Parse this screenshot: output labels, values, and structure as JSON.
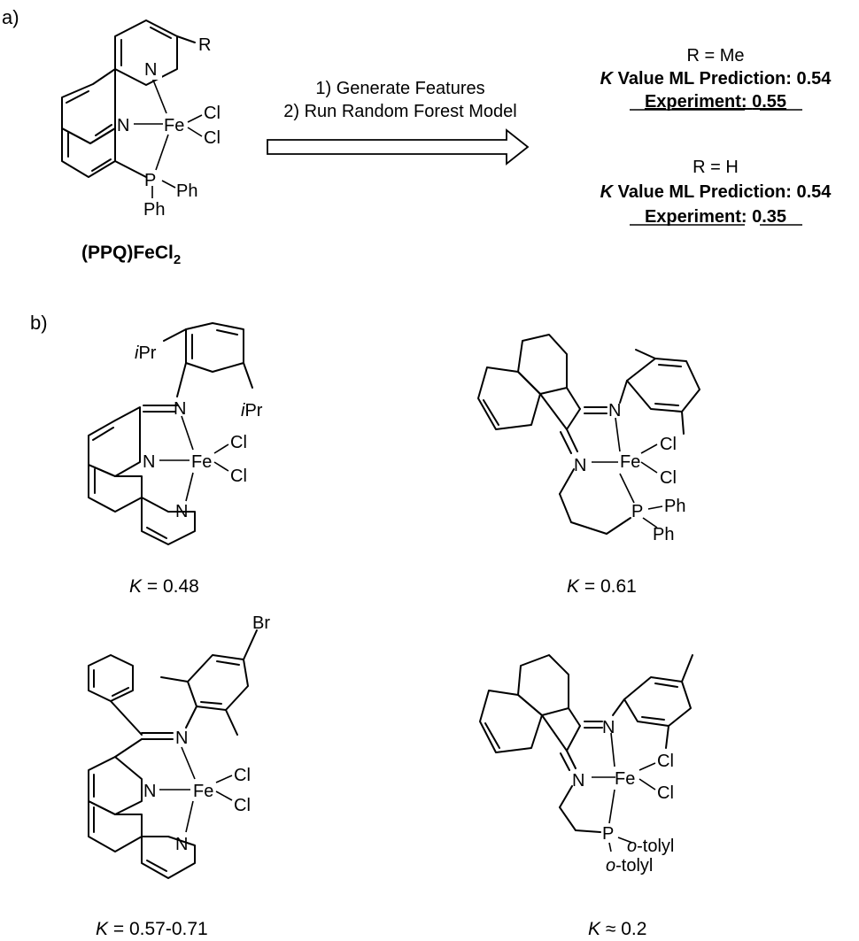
{
  "panel_a": {
    "label": "a)",
    "complex_name_main": "(PPQ)FeCl",
    "complex_name_sub": "2",
    "atoms": {
      "N": "N",
      "Fe": "Fe",
      "Cl": "Cl",
      "P": "P",
      "Ph": "Ph",
      "R": "R"
    },
    "arrow_step1": "1) Generate Features",
    "arrow_step2": "2) Run Random Forest Model",
    "results": [
      {
        "r": "R = Me",
        "k_symbol": "K",
        "prediction_label": " Value ML Prediction: ",
        "prediction": "0.54",
        "experiment_label": "Experiment:",
        "experiment": "0.55"
      },
      {
        "r": "R = H",
        "k_symbol": "K",
        "prediction_label": " Value ML Prediction: ",
        "prediction": "0.54",
        "experiment_label": "Experiment:",
        "experiment": "0.35"
      }
    ]
  },
  "panel_b": {
    "label": "b)",
    "compounds": [
      {
        "k_symbol": "K",
        "k_value": " = 0.48",
        "substituent": "iPr"
      },
      {
        "k_symbol": "K",
        "k_value": " = 0.61",
        "substituent": "Ph"
      },
      {
        "k_symbol": "K",
        "k_value": " = 0.57-0.71",
        "substituent": "Br"
      },
      {
        "k_symbol": "K",
        "k_value": " ≈ 0.2",
        "substituent": "o-tolyl"
      }
    ],
    "atoms": {
      "i": "i",
      "Pr": "Pr",
      "o": "o",
      "tolyl": "-tolyl"
    }
  }
}
